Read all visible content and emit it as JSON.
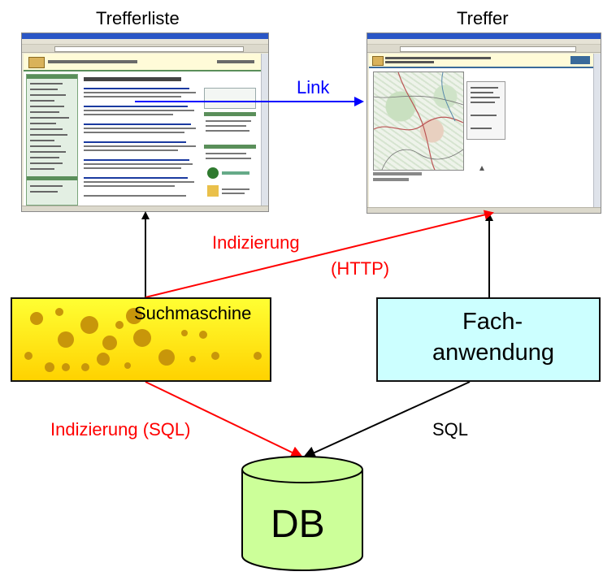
{
  "titles": {
    "trefferliste": "Trefferliste",
    "treffer": "Treffer"
  },
  "edges": {
    "link": "Link",
    "indizierung": "Indizierung",
    "http": "(HTTP)",
    "indizierung_sql": "Indizierung (SQL)",
    "sql": "SQL"
  },
  "nodes": {
    "suchmaschine": "Suchmaschine",
    "fach_line1": "Fach-",
    "fach_line2": "anwendung",
    "db": "DB"
  },
  "colors": {
    "link_arrow": "#0000ff",
    "indexing_arrow": "#ff0000",
    "plain_arrow": "#000000",
    "search_fill_top": "#ffff33",
    "search_fill_bottom": "#ffd200",
    "search_holes": "#c8960a",
    "fach_fill": "#ccffff",
    "db_fill": "#ccff99"
  },
  "icons": {
    "trefferliste_thumb": "browser-window-search-results",
    "treffer_thumb": "browser-window-map-view",
    "suchmaschine_pattern": "swiss-cheese-holes",
    "db_shape": "database-cylinder"
  }
}
